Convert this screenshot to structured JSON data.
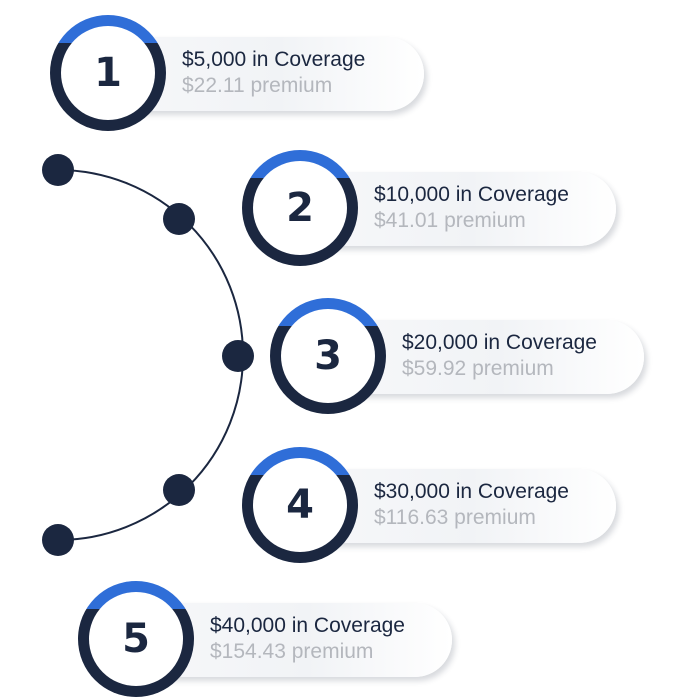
{
  "colors": {
    "navy": "#1b2740",
    "blue": "#2f6ed8",
    "muted_text": "#b4b7bd"
  },
  "tiers": [
    {
      "number": "1",
      "coverage": "$5,000 in Coverage",
      "premium": "$22.11 premium"
    },
    {
      "number": "2",
      "coverage": "$10,000 in Coverage",
      "premium": "$41.01 premium"
    },
    {
      "number": "3",
      "coverage": "$20,000 in Coverage",
      "premium": "$59.92 premium"
    },
    {
      "number": "4",
      "coverage": "$30,000 in Coverage",
      "premium": "$116.63 premium"
    },
    {
      "number": "5",
      "coverage": "$40,000 in Coverage",
      "premium": "$154.43 premium"
    }
  ]
}
